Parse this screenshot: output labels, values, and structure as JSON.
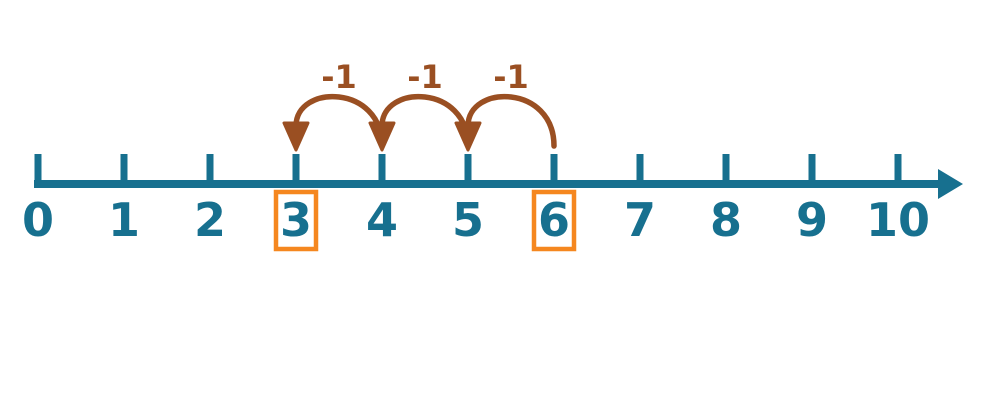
{
  "figure": {
    "type": "number_line_subtraction_diagram",
    "colors": {
      "line": "#17708f",
      "jump": "#9a4f22",
      "highlight_box": "#f5871f",
      "background": "#ffffff"
    },
    "number_line": {
      "min": 0,
      "max": 10,
      "step": 1,
      "tick_labels": [
        "0",
        "1",
        "2",
        "3",
        "4",
        "5",
        "6",
        "7",
        "8",
        "9",
        "10"
      ],
      "boxed_values": [
        "3",
        "6"
      ],
      "axis_arrow": "right"
    },
    "jumps": [
      {
        "from": "4",
        "to": "3",
        "label": "-1"
      },
      {
        "from": "5",
        "to": "4",
        "label": "-1"
      },
      {
        "from": "6",
        "to": "5",
        "label": "-1"
      }
    ]
  }
}
